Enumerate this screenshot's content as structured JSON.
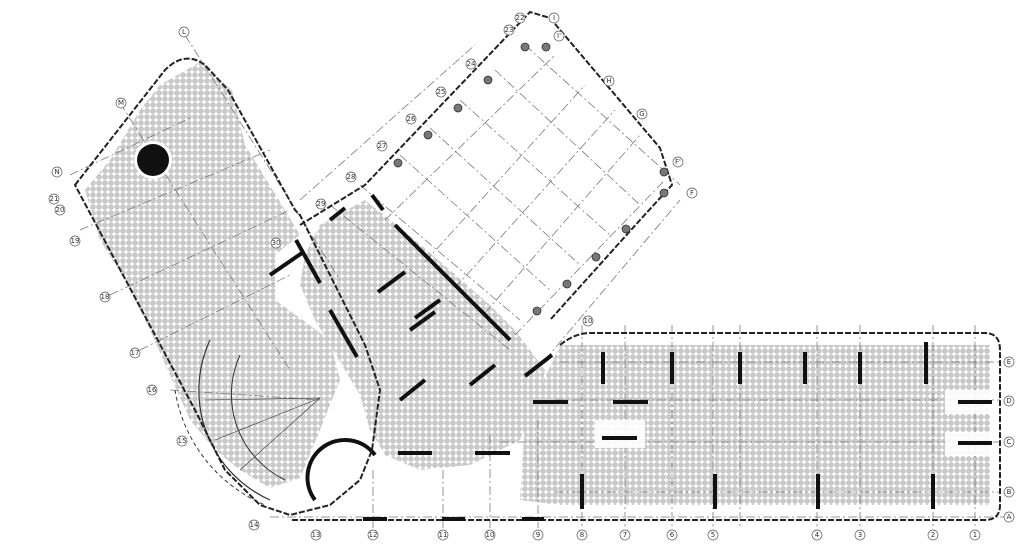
{
  "drawing": {
    "grid_letters": [
      "A",
      "B",
      "C",
      "D",
      "E",
      "F",
      "F'",
      "G",
      "H",
      "I",
      "I'",
      "L",
      "M",
      "N"
    ],
    "grid_numbers": [
      "1",
      "2",
      "3",
      "4",
      "5",
      "6",
      "7",
      "8",
      "9",
      "10",
      "11",
      "12",
      "13",
      "14",
      "15",
      "16",
      "17",
      "18",
      "19",
      "20",
      "21",
      "22",
      "23",
      "24",
      "25",
      "26",
      "27",
      "28",
      "29",
      "30"
    ],
    "colors": {
      "background": "#ffffff",
      "outline": "#222222",
      "hatch_fill": "#c9c9c9",
      "grid_line": "#7a7a7a",
      "wall": "#111111",
      "tag_stroke": "#555555",
      "column": "#777777"
    }
  }
}
